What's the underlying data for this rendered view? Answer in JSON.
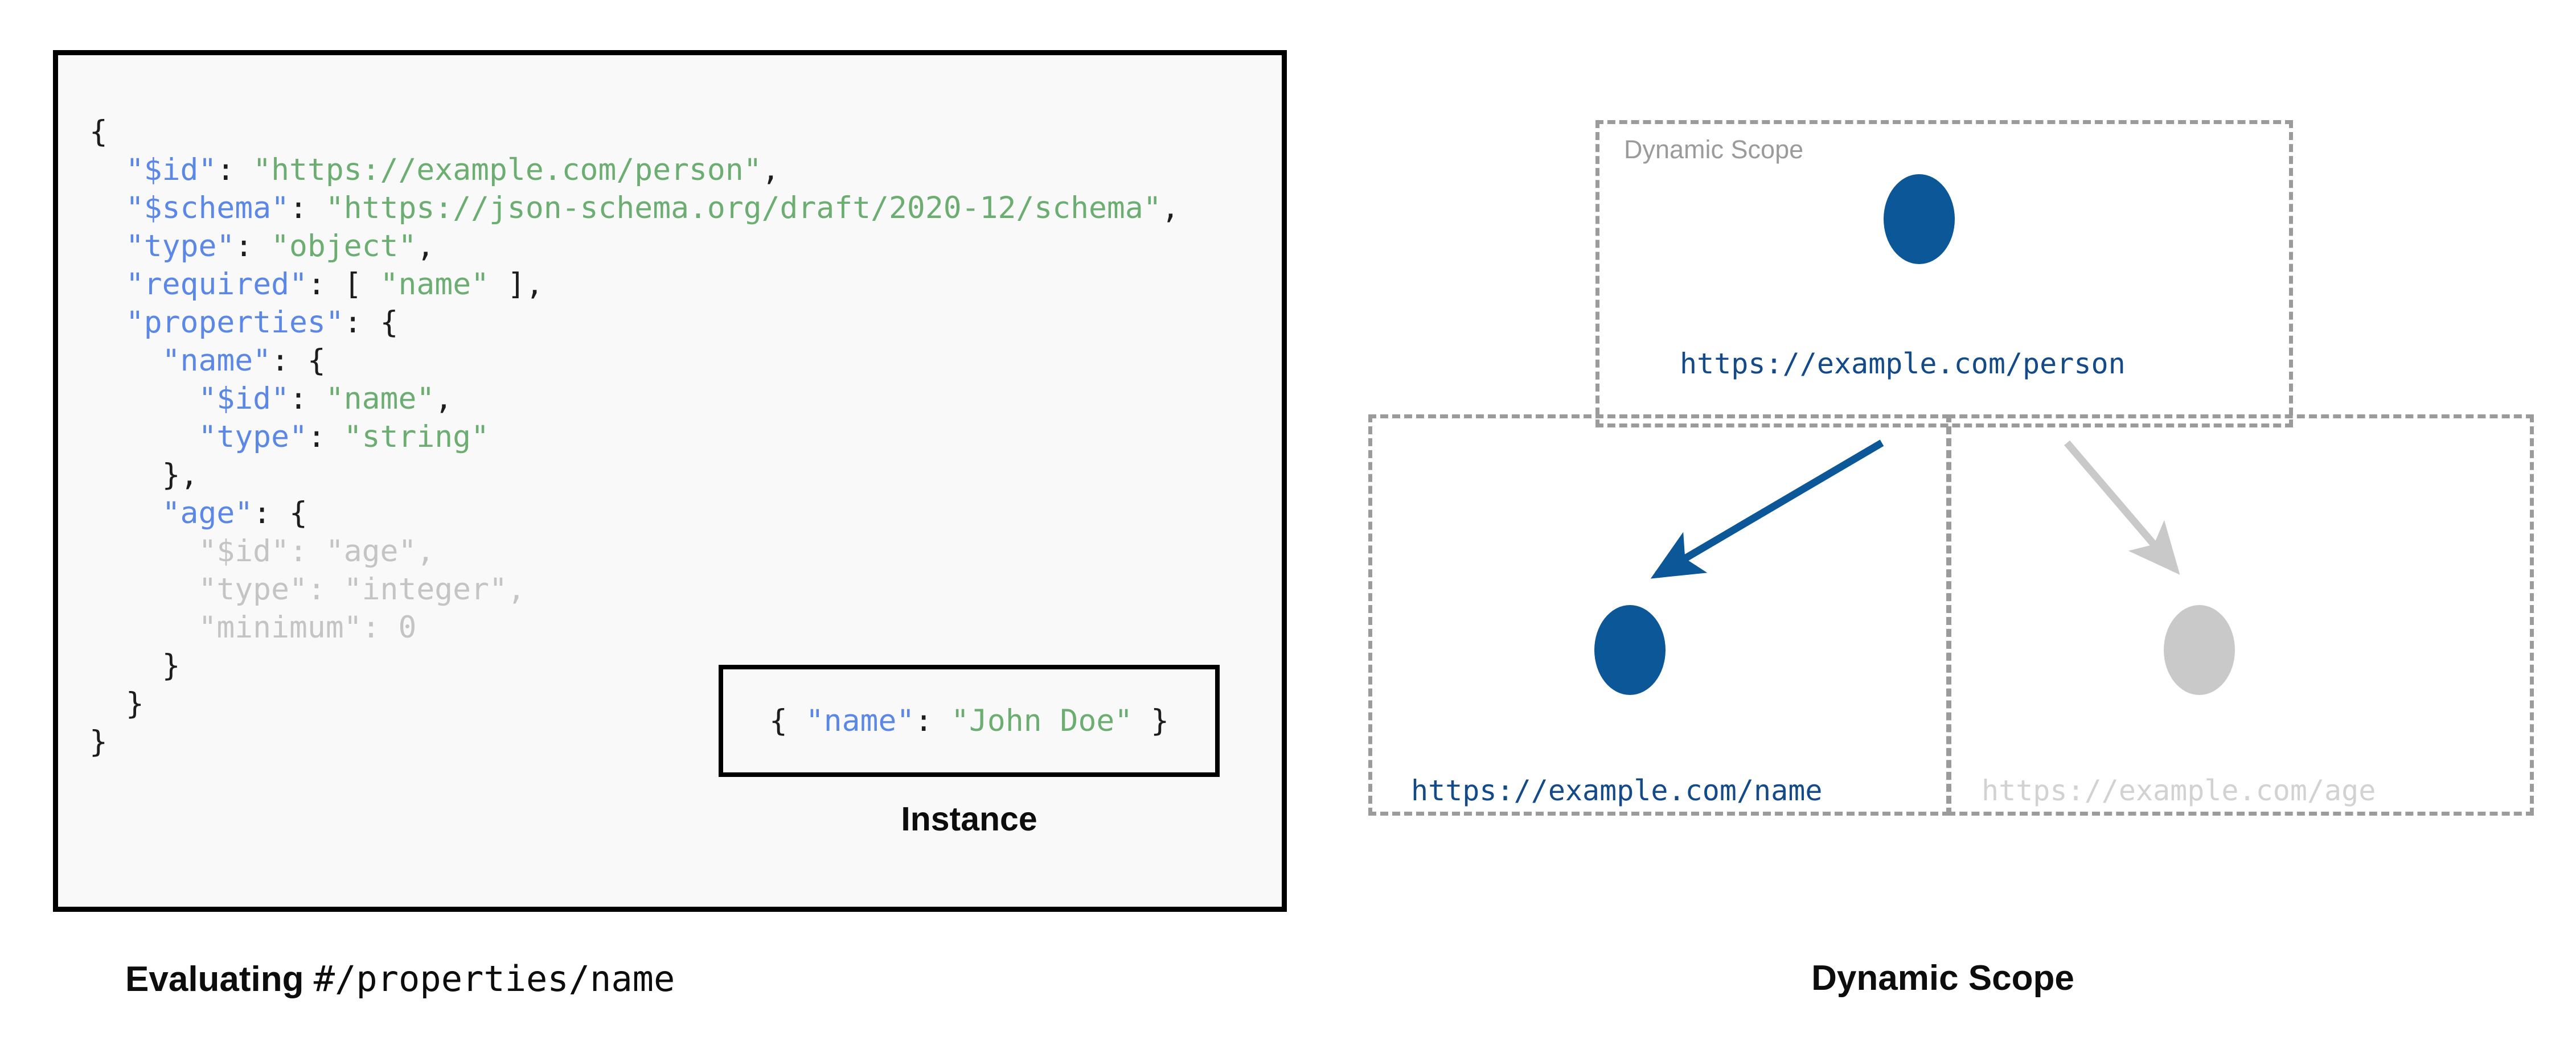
{
  "colors": {
    "code_key": "#5b87e6",
    "code_string": "#6cae72",
    "code_punctuation": "#1d1d1d",
    "code_dimmed": "#c4c4c4",
    "code_background": "#f9f9f9",
    "node_active": "#0b5797",
    "node_inactive": "#c9c9c9",
    "node_label_active": "#134a87",
    "node_label_inactive": "#d2d2d2",
    "scope_border": "#9b9b9b",
    "scope_label": "#9b9b9b",
    "page_background": "#ffffff"
  },
  "left_panel": {
    "schema_code_lines": [
      [
        {
          "t": "{",
          "c": "punc"
        }
      ],
      [
        {
          "t": "  ",
          "c": "punc"
        },
        {
          "t": "\"$id\"",
          "c": "key"
        },
        {
          "t": ": ",
          "c": "punc"
        },
        {
          "t": "\"https://example.com/person\"",
          "c": "str"
        },
        {
          "t": ",",
          "c": "punc"
        }
      ],
      [
        {
          "t": "  ",
          "c": "punc"
        },
        {
          "t": "\"$schema\"",
          "c": "key"
        },
        {
          "t": ": ",
          "c": "punc"
        },
        {
          "t": "\"https://json-schema.org/draft/2020-12/schema\"",
          "c": "str"
        },
        {
          "t": ",",
          "c": "punc"
        }
      ],
      [
        {
          "t": "  ",
          "c": "punc"
        },
        {
          "t": "\"type\"",
          "c": "key"
        },
        {
          "t": ": ",
          "c": "punc"
        },
        {
          "t": "\"object\"",
          "c": "str"
        },
        {
          "t": ",",
          "c": "punc"
        }
      ],
      [
        {
          "t": "  ",
          "c": "punc"
        },
        {
          "t": "\"required\"",
          "c": "key"
        },
        {
          "t": ": [ ",
          "c": "punc"
        },
        {
          "t": "\"name\"",
          "c": "str"
        },
        {
          "t": " ],",
          "c": "punc"
        }
      ],
      [
        {
          "t": "  ",
          "c": "punc"
        },
        {
          "t": "\"properties\"",
          "c": "key"
        },
        {
          "t": ": {",
          "c": "punc"
        }
      ],
      [
        {
          "t": "    ",
          "c": "punc"
        },
        {
          "t": "\"name\"",
          "c": "key"
        },
        {
          "t": ": {",
          "c": "punc"
        }
      ],
      [
        {
          "t": "      ",
          "c": "punc"
        },
        {
          "t": "\"$id\"",
          "c": "key"
        },
        {
          "t": ": ",
          "c": "punc"
        },
        {
          "t": "\"name\"",
          "c": "str"
        },
        {
          "t": ",",
          "c": "punc"
        }
      ],
      [
        {
          "t": "      ",
          "c": "punc"
        },
        {
          "t": "\"type\"",
          "c": "key"
        },
        {
          "t": ": ",
          "c": "punc"
        },
        {
          "t": "\"string\"",
          "c": "str"
        }
      ],
      [
        {
          "t": "    },",
          "c": "punc"
        }
      ],
      [
        {
          "t": "    ",
          "c": "punc"
        },
        {
          "t": "\"age\"",
          "c": "key"
        },
        {
          "t": ": {",
          "c": "punc"
        }
      ],
      [
        {
          "t": "      ",
          "c": "punc"
        },
        {
          "t": "\"$id\"",
          "c": "dim"
        },
        {
          "t": ": ",
          "c": "dim"
        },
        {
          "t": "\"age\"",
          "c": "dim"
        },
        {
          "t": ",",
          "c": "dim"
        }
      ],
      [
        {
          "t": "      ",
          "c": "punc"
        },
        {
          "t": "\"type\"",
          "c": "dim"
        },
        {
          "t": ": ",
          "c": "dim"
        },
        {
          "t": "\"integer\"",
          "c": "dim"
        },
        {
          "t": ",",
          "c": "dim"
        }
      ],
      [
        {
          "t": "      ",
          "c": "punc"
        },
        {
          "t": "\"minimum\"",
          "c": "dim"
        },
        {
          "t": ": ",
          "c": "dim"
        },
        {
          "t": "0",
          "c": "dim"
        }
      ],
      [
        {
          "t": "    }",
          "c": "punc"
        }
      ],
      [
        {
          "t": "  }",
          "c": "punc"
        }
      ],
      [
        {
          "t": "}",
          "c": "punc"
        }
      ]
    ],
    "instance": {
      "code_tokens": [
        {
          "t": "{ ",
          "c": "punc"
        },
        {
          "t": "\"name\"",
          "c": "key"
        },
        {
          "t": ": ",
          "c": "punc"
        },
        {
          "t": "\"John Doe\"",
          "c": "str"
        },
        {
          "t": " }",
          "c": "punc"
        }
      ],
      "caption": "Instance"
    },
    "caption": {
      "bold_part": "Evaluating ",
      "mono_part": "#/properties/name"
    }
  },
  "right_panel": {
    "scope_label": "Dynamic Scope",
    "caption": "Dynamic Scope",
    "nodes": [
      {
        "id": "person",
        "label": "https://example.com/person",
        "state": "active"
      },
      {
        "id": "name",
        "label": "https://example.com/name",
        "state": "active"
      },
      {
        "id": "age",
        "label": "https://example.com/age",
        "state": "inactive"
      }
    ],
    "edges": [
      {
        "from": "person",
        "to": "name",
        "state": "active"
      },
      {
        "from": "person",
        "to": "age",
        "state": "inactive"
      }
    ]
  }
}
